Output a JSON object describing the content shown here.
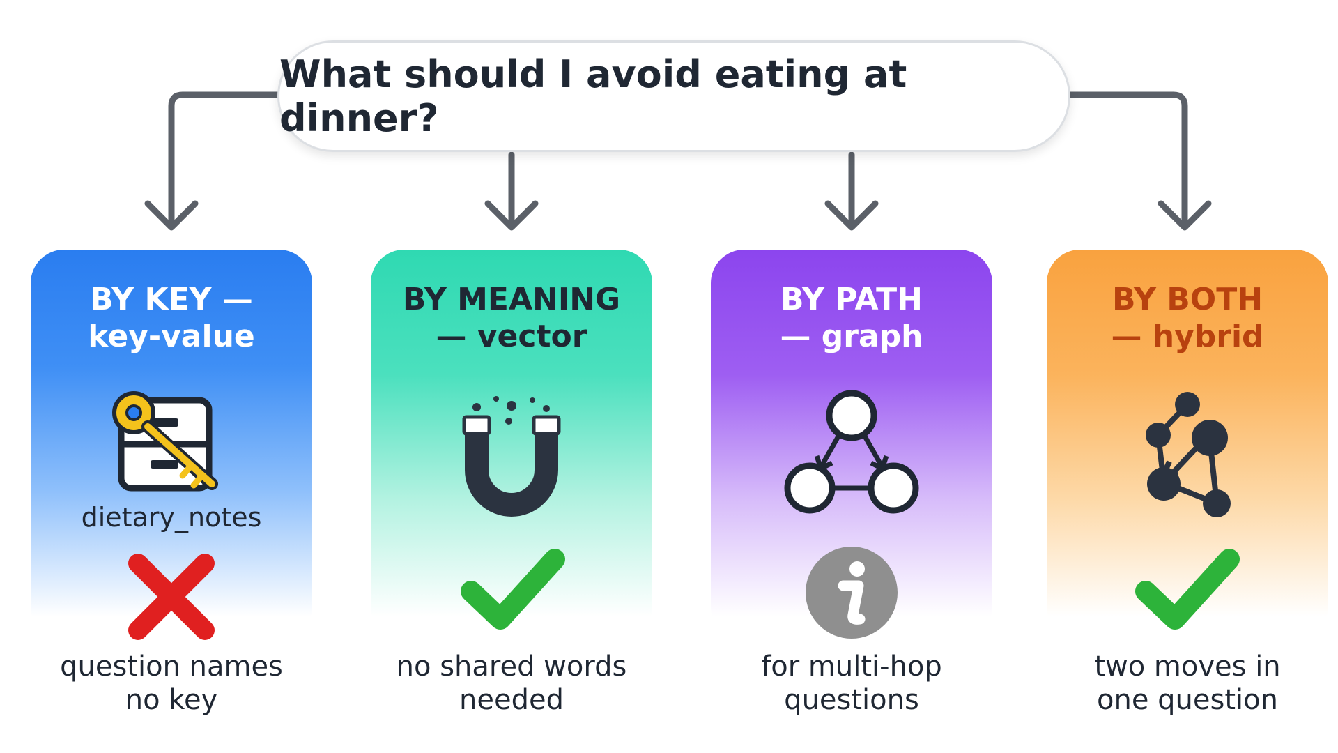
{
  "question": {
    "text": "What should I avoid eating at dinner?"
  },
  "cards": [
    {
      "title_line1": "BY KEY —",
      "title_line2": "key-value",
      "note": "dietary_notes",
      "icon": "key-cabinet-icon",
      "status": "cross-icon",
      "status_color": "#e02020",
      "caption_line1": "question names",
      "caption_line2": "no key"
    },
    {
      "title_line1": "BY MEANING",
      "title_line2": "— vector",
      "icon": "magnet-icon",
      "status": "checkmark-icon",
      "status_color": "#2db33a",
      "caption_line1": "no shared words",
      "caption_line2": "needed"
    },
    {
      "title_line1": "BY PATH",
      "title_line2": "— graph",
      "icon": "graph-nodes-icon",
      "status": "info-icon",
      "status_color": "#8f8f8f",
      "caption_line1": "for multi-hop",
      "caption_line2": "questions"
    },
    {
      "title_line1": "BY BOTH",
      "title_line2": "— hybrid",
      "icon": "hybrid-network-icon",
      "status": "checkmark-icon",
      "status_color": "#2db33a",
      "caption_line1": "two moves in",
      "caption_line2": "one question"
    }
  ],
  "colors": {
    "connector": "#5b6068",
    "key_card": "#2a7df0",
    "meaning_card": "#2fd9b2",
    "path_card": "#8c45ee",
    "both_card": "#f9a23f",
    "both_title": "#b8420f"
  }
}
